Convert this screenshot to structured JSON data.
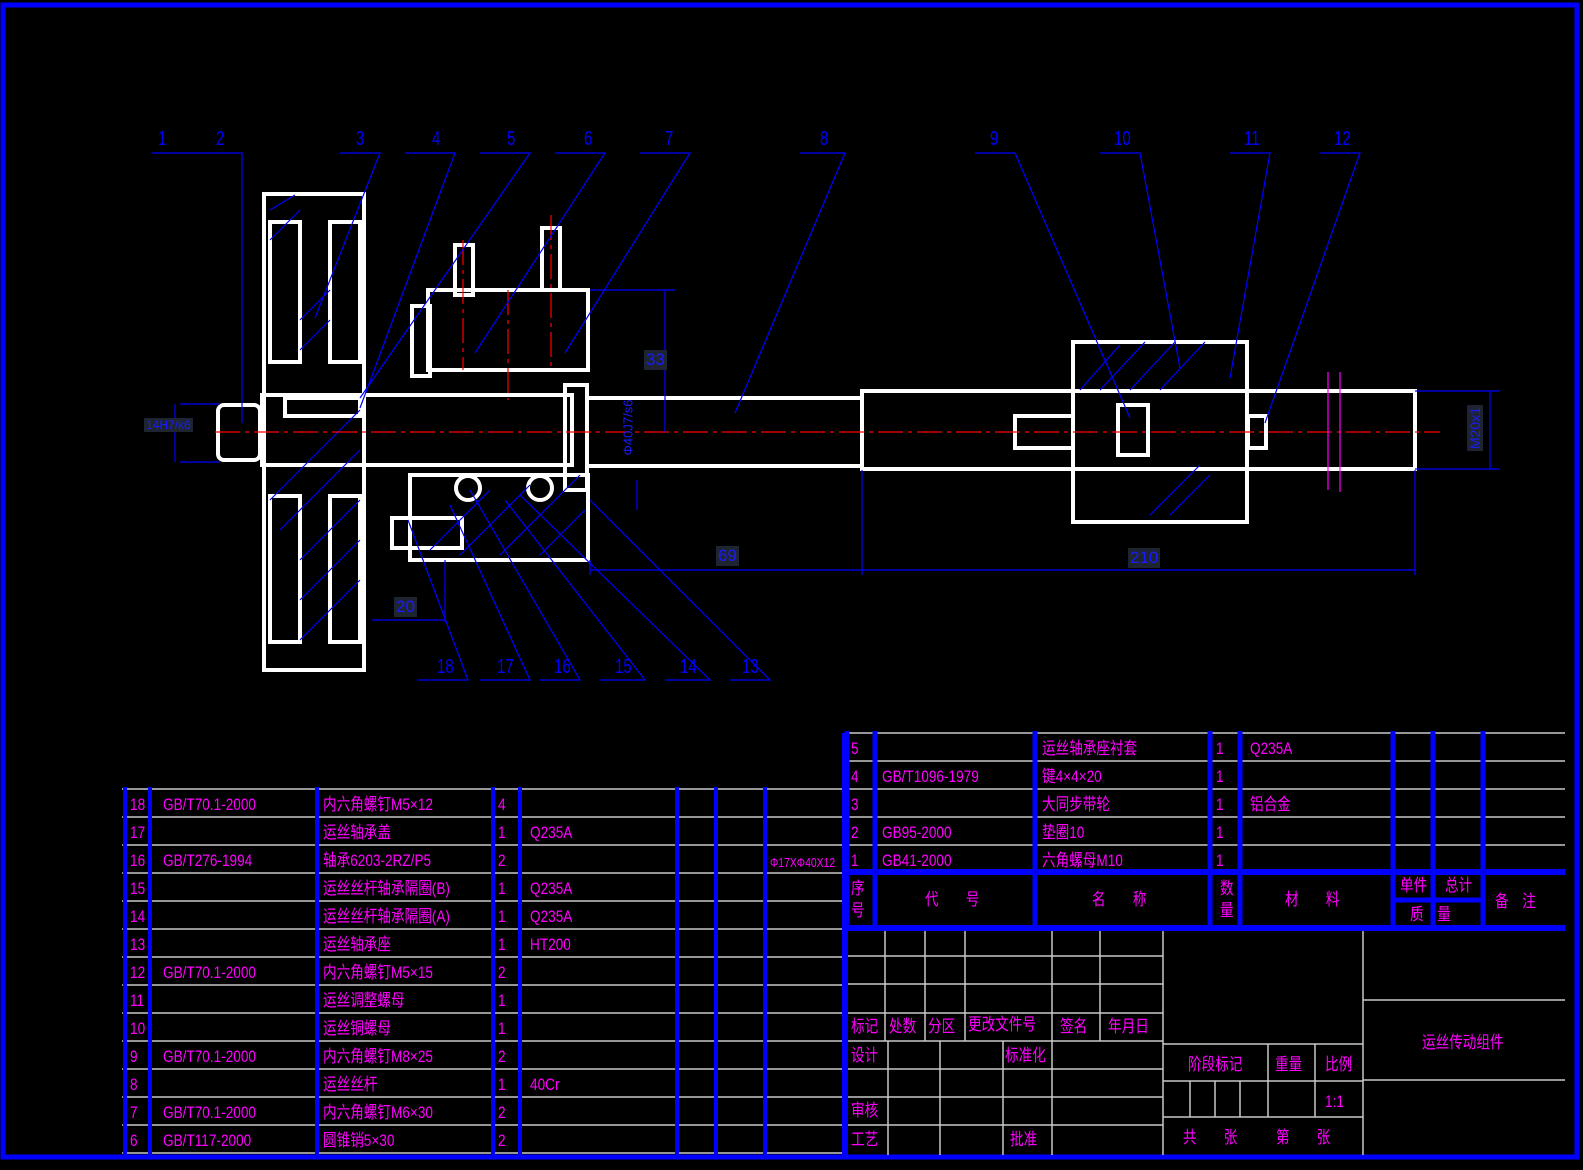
{
  "drawing": {
    "title": "运丝传动组件",
    "balloons_top": [
      "1",
      "2",
      "3",
      "4",
      "5",
      "6",
      "7",
      "8",
      "9",
      "10",
      "11",
      "12"
    ],
    "balloons_bottom": [
      "18",
      "17",
      "16",
      "15",
      "14",
      "13"
    ],
    "dimensions": {
      "bore_fit": "14H7/k6",
      "bearing_fit": "Φ40J7/s6",
      "height_33": "33",
      "len_69": "69",
      "len_210": "210",
      "len_20": "20",
      "thread": "M20x1"
    },
    "colors": {
      "outline": "#ffffff",
      "leader": "#0000ff",
      "text": "#ff00ff",
      "center": "#ff0000",
      "frame": "#0000ff"
    }
  },
  "bom_left": [
    {
      "no": "18",
      "code": "GB/T70.1-2000",
      "name": "内六角螺钉M5×12",
      "qty": "4",
      "mat": "",
      "note": ""
    },
    {
      "no": "17",
      "code": "",
      "name": "运丝轴承盖",
      "qty": "1",
      "mat": "Q235A",
      "note": ""
    },
    {
      "no": "16",
      "code": "GB/T276-1994",
      "name": "轴承6203-2RZ/P5",
      "qty": "2",
      "mat": "",
      "note": "Φ17XΦ40X12"
    },
    {
      "no": "15",
      "code": "",
      "name": "运丝丝杆轴承隔圈(B)",
      "qty": "1",
      "mat": "Q235A",
      "note": ""
    },
    {
      "no": "14",
      "code": "",
      "name": "运丝丝杆轴承隔圈(A)",
      "qty": "1",
      "mat": "Q235A",
      "note": ""
    },
    {
      "no": "13",
      "code": "",
      "name": "运丝轴承座",
      "qty": "1",
      "mat": "HT200",
      "note": ""
    },
    {
      "no": "12",
      "code": "GB/T70.1-2000",
      "name": "内六角螺钉M5×15",
      "qty": "2",
      "mat": "",
      "note": ""
    },
    {
      "no": "11",
      "code": "",
      "name": "运丝调整螺母",
      "qty": "1",
      "mat": "",
      "note": ""
    },
    {
      "no": "10",
      "code": "",
      "name": "运丝铜螺母",
      "qty": "1",
      "mat": "",
      "note": ""
    },
    {
      "no": "9",
      "code": "GB/T70.1-2000",
      "name": "内六角螺钉M8×25",
      "qty": "2",
      "mat": "",
      "note": ""
    },
    {
      "no": "8",
      "code": "",
      "name": "运丝丝杆",
      "qty": "1",
      "mat": "40Cr",
      "note": ""
    },
    {
      "no": "7",
      "code": "GB/T70.1-2000",
      "name": "内六角螺钉M6×30",
      "qty": "2",
      "mat": "",
      "note": ""
    },
    {
      "no": "6",
      "code": "GB/T117-2000",
      "name": "圆锥销5×30",
      "qty": "2",
      "mat": "",
      "note": ""
    }
  ],
  "bom_right": [
    {
      "no": "5",
      "code": "",
      "name": "运丝轴承座衬套",
      "qty": "1",
      "mat": "Q235A"
    },
    {
      "no": "4",
      "code": "GB/T1096-1979",
      "name": "键4×4×20",
      "qty": "1",
      "mat": ""
    },
    {
      "no": "3",
      "code": "",
      "name": "大同步带轮",
      "qty": "1",
      "mat": "铝合金"
    },
    {
      "no": "2",
      "code": "GB95-2000",
      "name": "垫圈10",
      "qty": "1",
      "mat": ""
    },
    {
      "no": "1",
      "code": "GB41-2000",
      "name": "六角螺母M10",
      "qty": "1",
      "mat": ""
    }
  ],
  "bom_header": {
    "no": "序号",
    "code": "代　　号",
    "name": "名　　称",
    "qty": "数量",
    "mat": "材　　料",
    "unit": "单件",
    "total": "总计",
    "mass": "质　量",
    "note": "备　注"
  },
  "title_block": {
    "mark": "标记",
    "count": "处数",
    "zone": "分区",
    "change_doc": "更改文件号",
    "sign": "签名",
    "date": "年月日",
    "design": "设计",
    "standard": "标准化",
    "review": "审核",
    "process": "工艺",
    "approve": "批准",
    "stage": "阶段标记",
    "weight": "重量",
    "scale_label": "比例",
    "scale": "1:1",
    "sheets": "共　　张",
    "sheet_no": "第　　张",
    "title": "运丝传动组件"
  }
}
